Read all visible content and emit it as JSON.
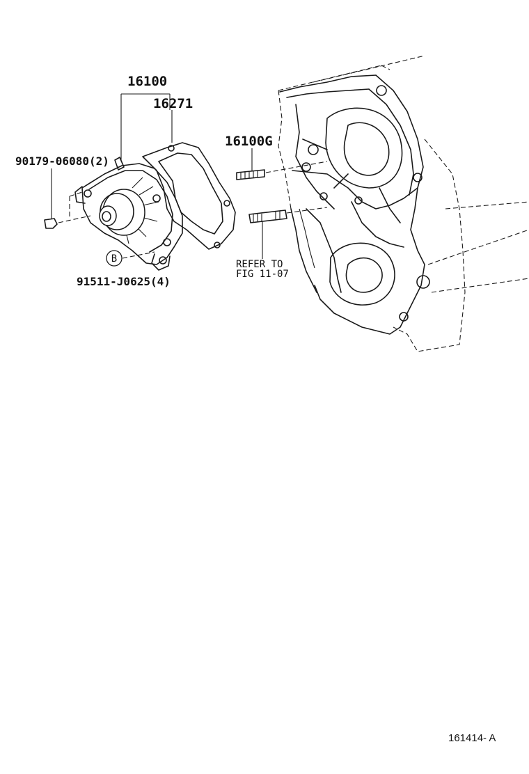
{
  "labels": {
    "pump_assembly": "16100",
    "gasket": "16271",
    "stud_bolt": "16100G",
    "bolt": "90179-06080(2)",
    "callout_letter": "B",
    "bolt_b": "91511-J0625(4)",
    "refer_line1": "REFER TO",
    "refer_line2": "FIG 11-07"
  },
  "figure_id": "161414- A"
}
